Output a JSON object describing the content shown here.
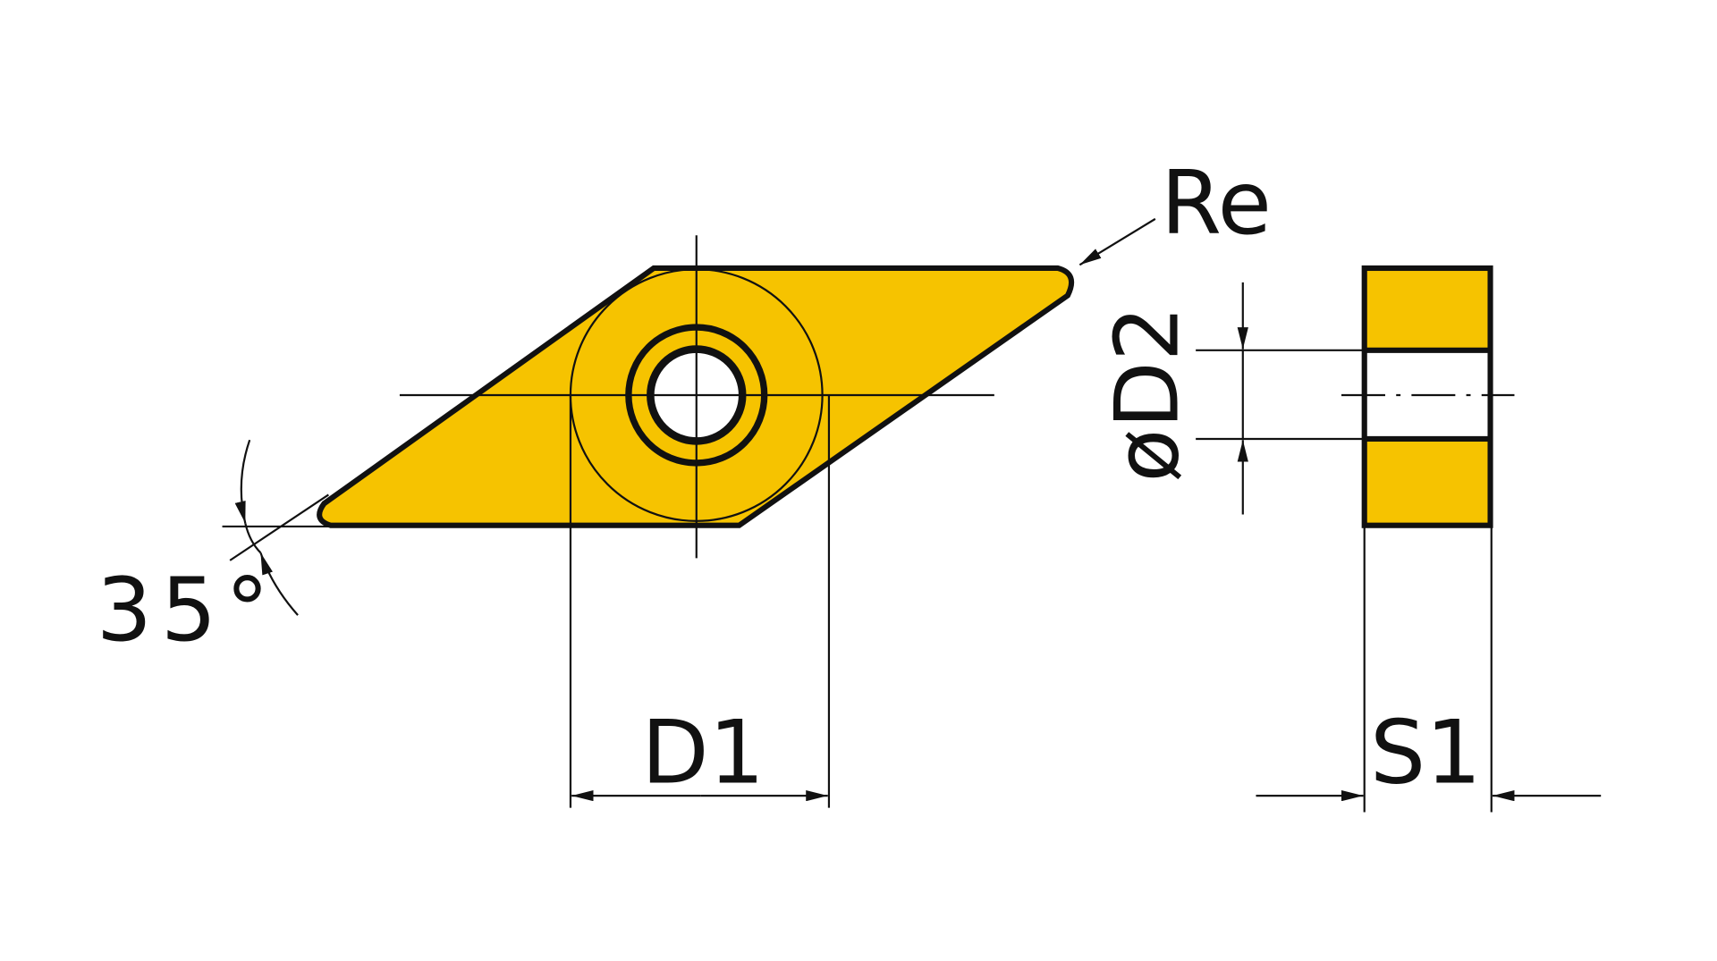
{
  "labels": {
    "radius": "Re",
    "angle": "35°",
    "inscribed_diameter": "D1",
    "hole_diameter": "øD2",
    "thickness": "S1"
  },
  "colors": {
    "insert_fill": "#F6C300",
    "outline": "#111111",
    "background": "#FFFFFF"
  }
}
